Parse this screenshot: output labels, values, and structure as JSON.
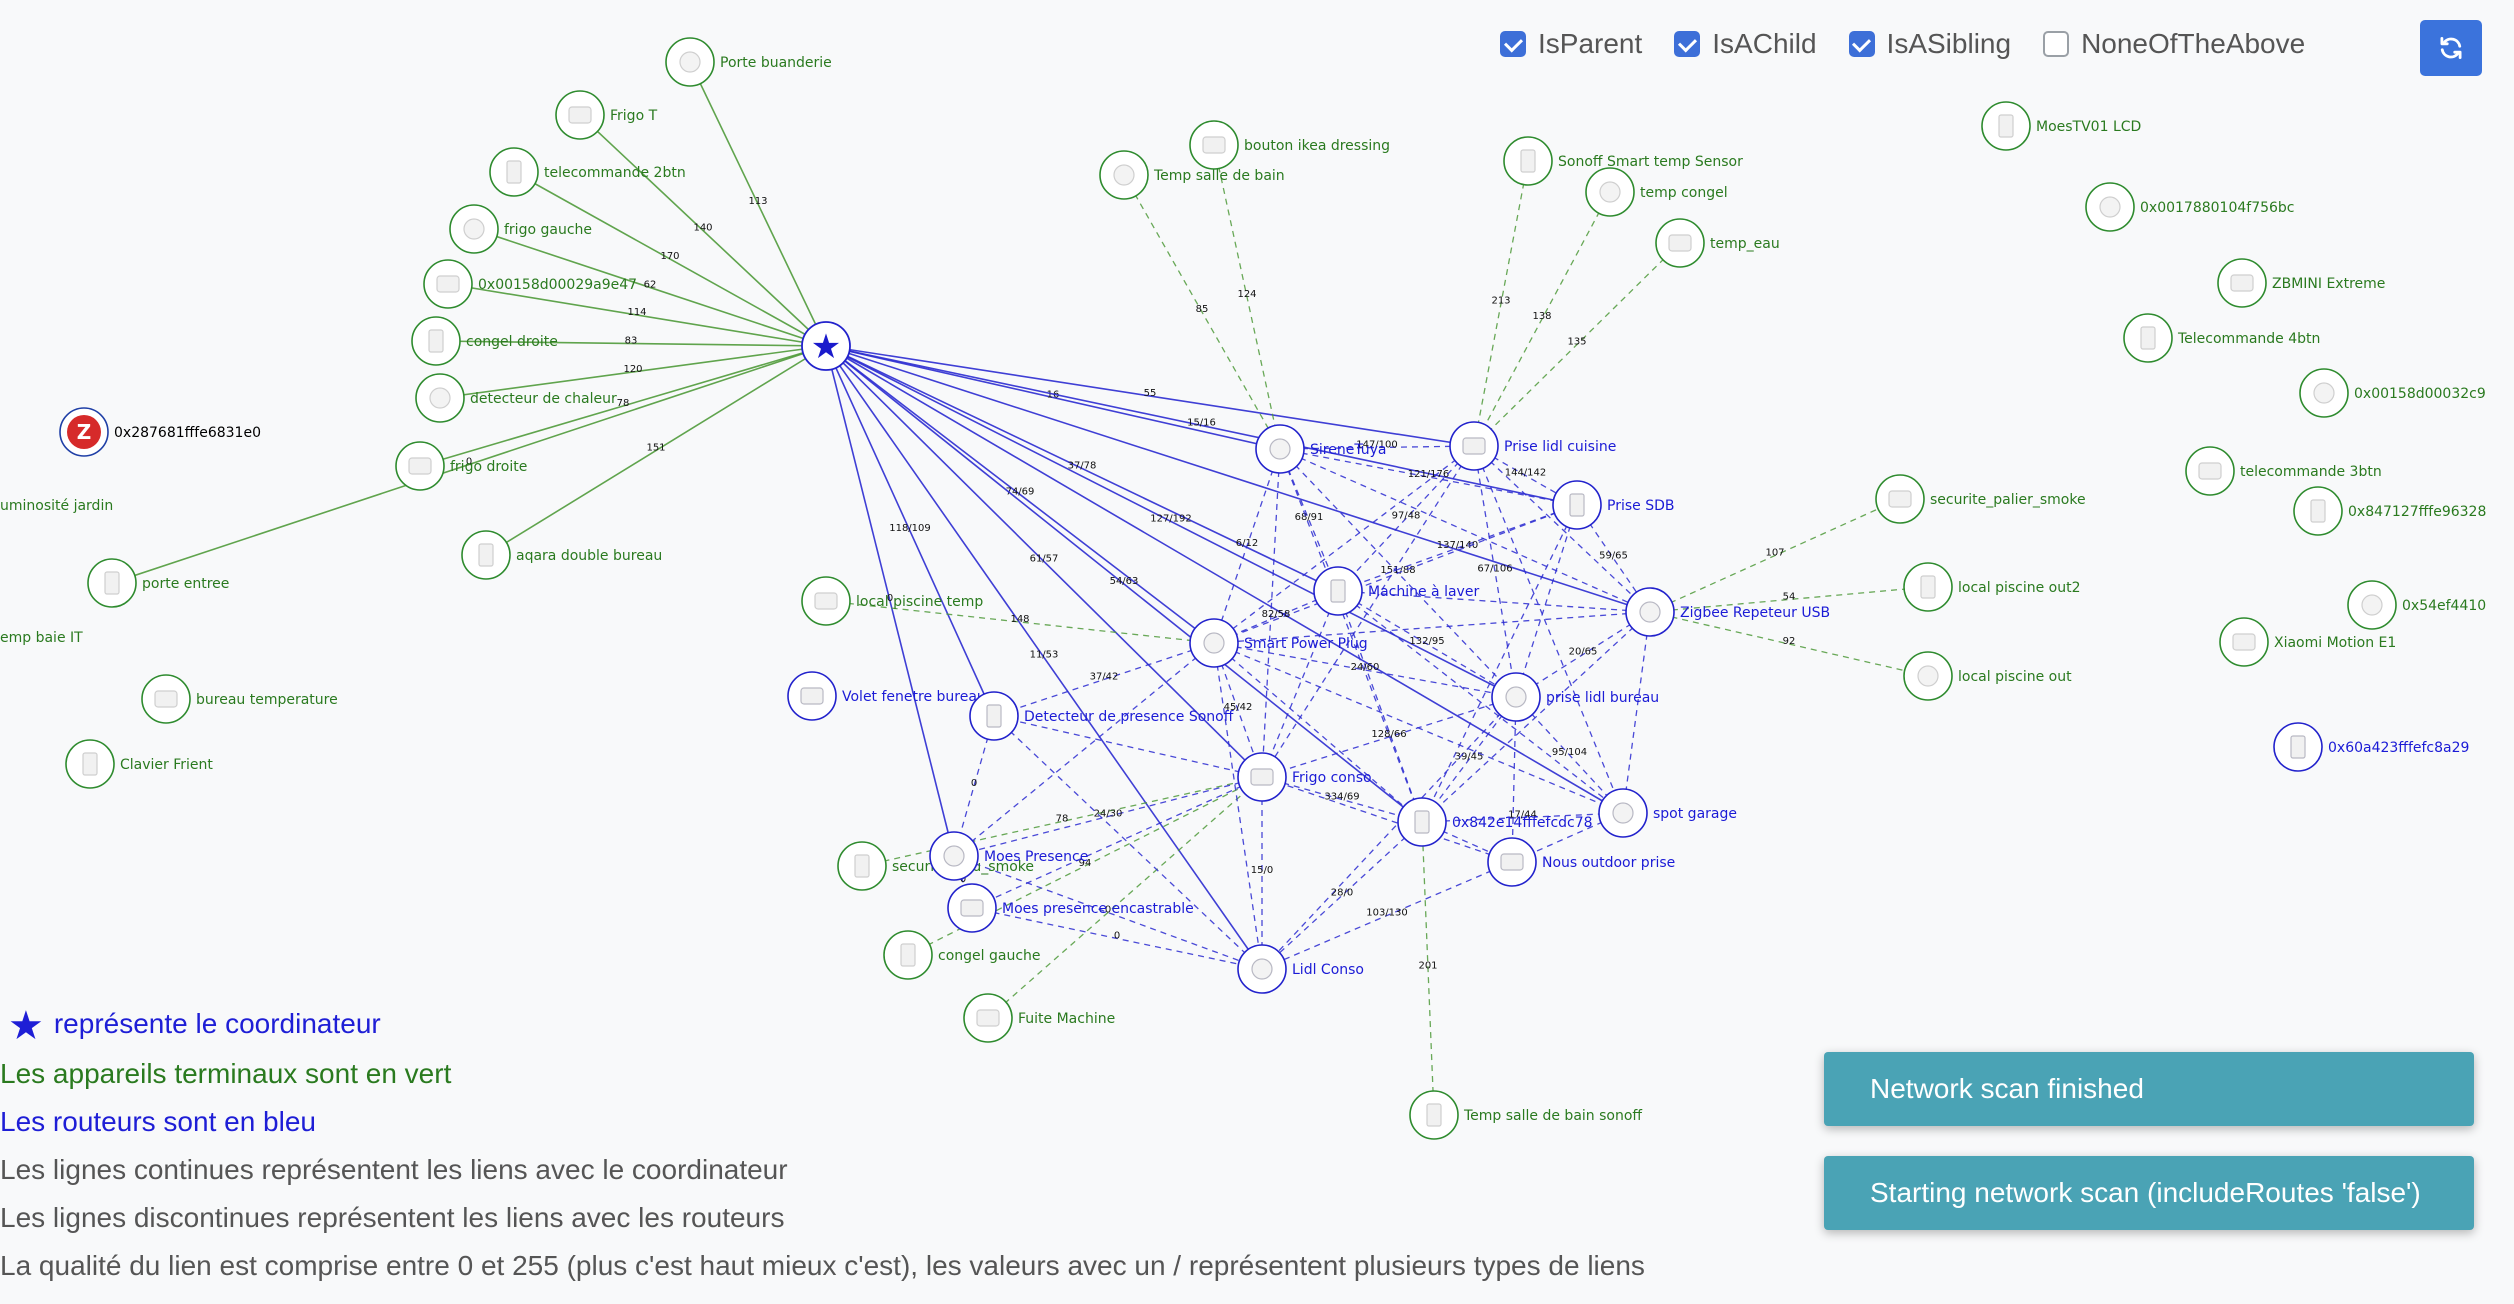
{
  "controls": {
    "checkboxes": [
      {
        "label": "IsParent",
        "checked": true
      },
      {
        "label": "IsAChild",
        "checked": true
      },
      {
        "label": "IsASibling",
        "checked": true
      },
      {
        "label": "NoneOfTheAbove",
        "checked": false
      }
    ],
    "refresh_icon": "refresh-icon"
  },
  "nodes": [
    {
      "id": "coord",
      "label": "",
      "kind": "coordinator",
      "icon": "star-icon"
    },
    {
      "id": "porte_buanderie",
      "label": "Porte buanderie",
      "kind": "end"
    },
    {
      "id": "frigo_t",
      "label": "Frigo T",
      "kind": "end"
    },
    {
      "id": "telecommande_2btn",
      "label": "telecommande 2btn",
      "kind": "end"
    },
    {
      "id": "frigo_gauche",
      "label": "frigo gauche",
      "kind": "end"
    },
    {
      "id": "hex_0158_e47",
      "label": "0x00158d00029a9e47",
      "kind": "end"
    },
    {
      "id": "congel_droite",
      "label": "congel droite",
      "kind": "end"
    },
    {
      "id": "detecteur_chaleur",
      "label": "detecteur de chaleur",
      "kind": "end"
    },
    {
      "id": "frigo_droite",
      "label": "frigo droite",
      "kind": "end"
    },
    {
      "id": "aqara_double",
      "label": "aqara double bureau",
      "kind": "end"
    },
    {
      "id": "hex_2876",
      "label": "0x287681fffe6831e0",
      "kind": "unknown"
    },
    {
      "id": "lum_jardin",
      "label": "uminosité jardin",
      "kind": "end"
    },
    {
      "id": "porte_entree",
      "label": "porte entree",
      "kind": "end"
    },
    {
      "id": "temp_baie",
      "label": "emp baie IT",
      "kind": "end"
    },
    {
      "id": "bureau_temp",
      "label": "bureau temperature",
      "kind": "end"
    },
    {
      "id": "clavier",
      "label": "Clavier Frient",
      "kind": "end"
    },
    {
      "id": "temp_sdb",
      "label": "Temp salle de bain",
      "kind": "end"
    },
    {
      "id": "bouton_ikea",
      "label": "bouton ikea dressing",
      "kind": "end"
    },
    {
      "id": "sonoff_temp",
      "label": "Sonoff Smart temp Sensor",
      "kind": "end"
    },
    {
      "id": "temp_congel",
      "label": "temp congel",
      "kind": "end"
    },
    {
      "id": "temp_eau",
      "label": "temp_eau",
      "kind": "end"
    },
    {
      "id": "moes_tv",
      "label": "MoesTV01 LCD",
      "kind": "end"
    },
    {
      "id": "hex_0017",
      "label": "0x0017880104f756bc",
      "kind": "end"
    },
    {
      "id": "zbmini",
      "label": "ZBMINI Extreme",
      "kind": "end"
    },
    {
      "id": "tele_4btn",
      "label": "Telecommande 4btn",
      "kind": "end"
    },
    {
      "id": "hex_0158_c9",
      "label": "0x00158d00032c9",
      "kind": "end"
    },
    {
      "id": "tele_3btn",
      "label": "telecommande 3btn",
      "kind": "end"
    },
    {
      "id": "hex_8471",
      "label": "0x847127fffe96328",
      "kind": "end"
    },
    {
      "id": "hex_54ef",
      "label": "0x54ef4410",
      "kind": "end"
    },
    {
      "id": "xiaomi_motion",
      "label": "Xiaomi Motion E1",
      "kind": "end"
    },
    {
      "id": "hex_60a4",
      "label": "0x60a423fffefc8a29",
      "kind": "router"
    },
    {
      "id": "sirene",
      "label": "SireneTuya",
      "kind": "router"
    },
    {
      "id": "prise_lidl_cuisine",
      "label": "Prise lidl cuisine",
      "kind": "router"
    },
    {
      "id": "prise_sdb",
      "label": "Prise SDB",
      "kind": "router"
    },
    {
      "id": "zigbee_rep",
      "label": "Zigbee Repeteur USB",
      "kind": "router"
    },
    {
      "id": "securite_palier",
      "label": "securite_palier_smoke",
      "kind": "end"
    },
    {
      "id": "piscine_out2",
      "label": "local piscine out2",
      "kind": "end"
    },
    {
      "id": "piscine_out",
      "label": "local piscine out",
      "kind": "end"
    },
    {
      "id": "piscine_temp",
      "label": "local piscine temp",
      "kind": "end"
    },
    {
      "id": "machine_laver",
      "label": "Machine à laver",
      "kind": "router"
    },
    {
      "id": "smart_plug",
      "label": "Smart Power Plug",
      "kind": "router"
    },
    {
      "id": "volet",
      "label": "Volet fenetre bureau",
      "kind": "router"
    },
    {
      "id": "detecteur_sonoff",
      "label": "Detecteur de presence Sonoff",
      "kind": "router"
    },
    {
      "id": "prise_lidl_bureau",
      "label": "prise lidl bureau",
      "kind": "router"
    },
    {
      "id": "frigo_conso",
      "label": "Frigo conso",
      "kind": "router"
    },
    {
      "id": "hex_842e",
      "label": "0x842e14fffefcdc78",
      "kind": "router"
    },
    {
      "id": "spot_garage",
      "label": "spot garage",
      "kind": "router"
    },
    {
      "id": "nous_outdoor",
      "label": "Nous outdoor prise",
      "kind": "router"
    },
    {
      "id": "securite_eau",
      "label": "securite_eau_smoke",
      "kind": "end"
    },
    {
      "id": "moes_presence",
      "label": "Moes Presence",
      "kind": "router"
    },
    {
      "id": "moes_encastrable",
      "label": "Moes presence encastrable",
      "kind": "router"
    },
    {
      "id": "congel_gauche",
      "label": "congel gauche",
      "kind": "end"
    },
    {
      "id": "lidl_conso",
      "label": "Lidl Conso",
      "kind": "router"
    },
    {
      "id": "fuite_machine",
      "label": "Fuite Machine",
      "kind": "end"
    },
    {
      "id": "temp_sdb_sonoff",
      "label": "Temp salle de bain sonoff",
      "kind": "end"
    }
  ],
  "links": [
    {
      "s": "coord",
      "t": "porte_buanderie",
      "q": "113",
      "style": "solid",
      "color": "green"
    },
    {
      "s": "coord",
      "t": "frigo_t",
      "q": "140",
      "style": "solid",
      "color": "green"
    },
    {
      "s": "coord",
      "t": "telecommande_2btn",
      "q": "170",
      "style": "solid",
      "color": "green"
    },
    {
      "s": "coord",
      "t": "frigo_gauche",
      "q": "62",
      "style": "solid",
      "color": "green"
    },
    {
      "s": "coord",
      "t": "hex_0158_e47",
      "q": "114",
      "style": "solid",
      "color": "green"
    },
    {
      "s": "coord",
      "t": "congel_droite",
      "q": "83",
      "style": "solid",
      "color": "green"
    },
    {
      "s": "coord",
      "t": "detecteur_chaleur",
      "q": "120",
      "style": "solid",
      "color": "green"
    },
    {
      "s": "coord",
      "t": "frigo_droite",
      "q": "78",
      "style": "solid",
      "color": "green"
    },
    {
      "s": "coord",
      "t": "aqara_double",
      "q": "151",
      "style": "solid",
      "color": "green"
    },
    {
      "s": "coord",
      "t": "porte_entree",
      "q": "0",
      "style": "solid",
      "color": "green"
    },
    {
      "s": "coord",
      "t": "sirene",
      "q": "16",
      "style": "solid",
      "color": "blue"
    },
    {
      "s": "coord",
      "t": "prise_lidl_cuisine",
      "q": "55",
      "style": "solid",
      "color": "blue"
    },
    {
      "s": "coord",
      "t": "prise_sdb",
      "q": "15/16",
      "style": "solid",
      "color": "blue"
    },
    {
      "s": "coord",
      "t": "machine_laver",
      "q": "37/78",
      "style": "solid",
      "color": "blue"
    },
    {
      "s": "coord",
      "t": "zigbee_rep",
      "q": "",
      "style": "solid",
      "color": "blue"
    },
    {
      "s": "coord",
      "t": "smart_plug",
      "q": "74/69",
      "style": "solid",
      "color": "blue"
    },
    {
      "s": "coord",
      "t": "prise_lidl_bureau",
      "q": "127/192",
      "style": "solid",
      "color": "blue"
    },
    {
      "s": "coord",
      "t": "frigo_conso",
      "q": "61/57",
      "style": "solid",
      "color": "blue"
    },
    {
      "s": "coord",
      "t": "hex_842e",
      "q": "54/63",
      "style": "solid",
      "color": "blue"
    },
    {
      "s": "coord",
      "t": "detecteur_sonoff",
      "q": "118/109",
      "style": "solid",
      "color": "blue"
    },
    {
      "s": "coord",
      "t": "lidl_conso",
      "q": "11/53",
      "style": "solid",
      "color": "blue"
    },
    {
      "s": "coord",
      "t": "moes_presence",
      "q": "0",
      "style": "solid",
      "color": "blue"
    },
    {
      "s": "coord",
      "t": "spot_garage",
      "q": "",
      "style": "solid",
      "color": "blue"
    },
    {
      "s": "temp_sdb",
      "t": "sirene",
      "q": "85",
      "style": "dashed",
      "color": "green"
    },
    {
      "s": "bouton_ikea",
      "t": "sirene",
      "q": "124",
      "style": "dashed",
      "color": "green"
    },
    {
      "s": "sonoff_temp",
      "t": "prise_lidl_cuisine",
      "q": "213",
      "style": "dashed",
      "color": "green"
    },
    {
      "s": "temp_congel",
      "t": "prise_lidl_cuisine",
      "q": "138",
      "style": "dashed",
      "color": "green"
    },
    {
      "s": "temp_eau",
      "t": "prise_lidl_cuisine",
      "q": "135",
      "style": "dashed",
      "color": "green"
    },
    {
      "s": "zigbee_rep",
      "t": "securite_palier",
      "q": "107",
      "style": "dashed",
      "color": "green"
    },
    {
      "s": "zigbee_rep",
      "t": "piscine_out2",
      "q": "54",
      "style": "dashed",
      "color": "green"
    },
    {
      "s": "zigbee_rep",
      "t": "piscine_out",
      "q": "92",
      "style": "dashed",
      "color": "green"
    },
    {
      "s": "piscine_temp",
      "t": "smart_plug",
      "q": "148",
      "style": "dashed",
      "color": "green"
    },
    {
      "s": "securite_eau",
      "t": "frigo_conso",
      "q": "78",
      "style": "dashed",
      "color": "green"
    },
    {
      "s": "congel_gauche",
      "t": "frigo_conso",
      "q": "94",
      "style": "dashed",
      "color": "green"
    },
    {
      "s": "fuite_machine",
      "t": "frigo_conso",
      "q": "",
      "style": "dashed",
      "color": "green"
    },
    {
      "s": "temp_sdb_sonoff",
      "t": "hex_842e",
      "q": "201",
      "style": "dashed",
      "color": "green"
    },
    {
      "s": "sirene",
      "t": "prise_lidl_cuisine",
      "q": "147/100",
      "style": "dashed",
      "color": "blue"
    },
    {
      "s": "sirene",
      "t": "machine_laver",
      "q": "68/91",
      "style": "dashed",
      "color": "blue"
    },
    {
      "s": "sirene",
      "t": "smart_plug",
      "q": "6/12",
      "style": "dashed",
      "color": "blue"
    },
    {
      "s": "sirene",
      "t": "prise_sdb",
      "q": "121/176",
      "style": "dashed",
      "color": "blue"
    },
    {
      "s": "sirene",
      "t": "zigbee_rep",
      "q": "",
      "style": "dashed",
      "color": "blue"
    },
    {
      "s": "sirene",
      "t": "prise_lidl_bureau",
      "q": "151/88",
      "style": "dashed",
      "color": "blue"
    },
    {
      "s": "sirene",
      "t": "frigo_conso",
      "q": "",
      "style": "dashed",
      "color": "blue"
    },
    {
      "s": "sirene",
      "t": "hex_842e",
      "q": "",
      "style": "dashed",
      "color": "blue"
    },
    {
      "s": "prise_lidl_cuisine",
      "t": "prise_sdb",
      "q": "144/142",
      "style": "dashed",
      "color": "blue"
    },
    {
      "s": "prise_lidl_cuisine",
      "t": "machine_laver",
      "q": "97/48",
      "style": "dashed",
      "color": "blue"
    },
    {
      "s": "prise_lidl_cuisine",
      "t": "zigbee_rep",
      "q": "",
      "style": "dashed",
      "color": "blue"
    },
    {
      "s": "prise_lidl_cuisine",
      "t": "prise_lidl_bureau",
      "q": "67/106",
      "style": "dashed",
      "color": "blue"
    },
    {
      "s": "prise_lidl_cuisine",
      "t": "smart_plug",
      "q": "",
      "style": "dashed",
      "color": "blue"
    },
    {
      "s": "prise_lidl_cuisine",
      "t": "spot_garage",
      "q": "",
      "style": "dashed",
      "color": "blue"
    },
    {
      "s": "prise_sdb",
      "t": "zigbee_rep",
      "q": "59/65",
      "style": "dashed",
      "color": "blue"
    },
    {
      "s": "prise_sdb",
      "t": "machine_laver",
      "q": "137/140",
      "style": "dashed",
      "color": "blue"
    },
    {
      "s": "prise_sdb",
      "t": "prise_lidl_bureau",
      "q": "",
      "style": "dashed",
      "color": "blue"
    },
    {
      "s": "prise_sdb",
      "t": "hex_842e",
      "q": "",
      "style": "dashed",
      "color": "blue"
    },
    {
      "s": "prise_sdb",
      "t": "smart_plug",
      "q": "",
      "style": "dashed",
      "color": "blue"
    },
    {
      "s": "zigbee_rep",
      "t": "machine_laver",
      "q": "",
      "style": "dashed",
      "color": "blue"
    },
    {
      "s": "zigbee_rep",
      "t": "prise_lidl_bureau",
      "q": "20/65",
      "style": "dashed",
      "color": "blue"
    },
    {
      "s": "zigbee_rep",
      "t": "spot_garage",
      "q": "",
      "style": "dashed",
      "color": "blue"
    },
    {
      "s": "zigbee_rep",
      "t": "hex_842e",
      "q": "",
      "style": "dashed",
      "color": "blue"
    },
    {
      "s": "zigbee_rep",
      "t": "smart_plug",
      "q": "",
      "style": "dashed",
      "color": "blue"
    },
    {
      "s": "machine_laver",
      "t": "smart_plug",
      "q": "82/58",
      "style": "dashed",
      "color": "blue"
    },
    {
      "s": "machine_laver",
      "t": "prise_lidl_bureau",
      "q": "132/95",
      "style": "dashed",
      "color": "blue"
    },
    {
      "s": "machine_laver",
      "t": "frigo_conso",
      "q": "",
      "style": "dashed",
      "color": "blue"
    },
    {
      "s": "machine_laver",
      "t": "hex_842e",
      "q": "",
      "style": "dashed",
      "color": "blue"
    },
    {
      "s": "smart_plug",
      "t": "prise_lidl_bureau",
      "q": "24/60",
      "style": "dashed",
      "color": "blue"
    },
    {
      "s": "smart_plug",
      "t": "detecteur_sonoff",
      "q": "37/42",
      "style": "dashed",
      "color": "blue"
    },
    {
      "s": "smart_plug",
      "t": "frigo_conso",
      "q": "45/42",
      "style": "dashed",
      "color": "blue"
    },
    {
      "s": "smart_plug",
      "t": "hex_842e",
      "q": "",
      "style": "dashed",
      "color": "blue"
    },
    {
      "s": "smart_plug",
      "t": "lidl_conso",
      "q": "",
      "style": "dashed",
      "color": "blue"
    },
    {
      "s": "smart_plug",
      "t": "moes_presence",
      "q": "",
      "style": "dashed",
      "color": "blue"
    },
    {
      "s": "prise_lidl_bureau",
      "t": "spot_garage",
      "q": "95/104",
      "style": "dashed",
      "color": "blue"
    },
    {
      "s": "prise_lidl_bureau",
      "t": "hex_842e",
      "q": "39/45",
      "style": "dashed",
      "color": "blue"
    },
    {
      "s": "prise_lidl_bureau",
      "t": "frigo_conso",
      "q": "128/66",
      "style": "dashed",
      "color": "blue"
    },
    {
      "s": "prise_lidl_bureau",
      "t": "nous_outdoor",
      "q": "",
      "style": "dashed",
      "color": "blue"
    },
    {
      "s": "prise_lidl_bureau",
      "t": "lidl_conso",
      "q": "",
      "style": "dashed",
      "color": "blue"
    },
    {
      "s": "frigo_conso",
      "t": "hex_842e",
      "q": "334/69",
      "style": "dashed",
      "color": "blue"
    },
    {
      "s": "frigo_conso",
      "t": "detecteur_sonoff",
      "q": "",
      "style": "dashed",
      "color": "blue"
    },
    {
      "s": "frigo_conso",
      "t": "moes_presence",
      "q": "24/30",
      "style": "dashed",
      "color": "blue"
    },
    {
      "s": "frigo_conso",
      "t": "moes_encastrable",
      "q": "",
      "style": "dashed",
      "color": "blue"
    },
    {
      "s": "frigo_conso",
      "t": "lidl_conso",
      "q": "15/0",
      "style": "dashed",
      "color": "blue"
    },
    {
      "s": "hex_842e",
      "t": "spot_garage",
      "q": "17/44",
      "style": "dashed",
      "color": "blue"
    },
    {
      "s": "hex_842e",
      "t": "nous_outdoor",
      "q": "",
      "style": "dashed",
      "color": "blue"
    },
    {
      "s": "hex_842e",
      "t": "lidl_conso",
      "q": "28/0",
      "style": "dashed",
      "color": "blue"
    },
    {
      "s": "spot_garage",
      "t": "nous_outdoor",
      "q": "",
      "style": "dashed",
      "color": "blue"
    },
    {
      "s": "nous_outdoor",
      "t": "lidl_conso",
      "q": "103/130",
      "style": "dashed",
      "color": "blue"
    },
    {
      "s": "detecteur_sonoff",
      "t": "moes_presence",
      "q": "0",
      "style": "dashed",
      "color": "blue"
    },
    {
      "s": "detecteur_sonoff",
      "t": "lidl_conso",
      "q": "",
      "style": "dashed",
      "color": "blue"
    },
    {
      "s": "moes_presence",
      "t": "moes_encastrable",
      "q": "0",
      "style": "dashed",
      "color": "blue"
    },
    {
      "s": "moes_presence",
      "t": "lidl_conso",
      "q": "0",
      "style": "dashed",
      "color": "blue"
    },
    {
      "s": "moes_encastrable",
      "t": "lidl_conso",
      "q": "0",
      "style": "dashed",
      "color": "blue"
    },
    {
      "s": "smart_plug",
      "t": "spot_garage",
      "q": "",
      "style": "dashed",
      "color": "blue"
    },
    {
      "s": "machine_laver",
      "t": "spot_garage",
      "q": "",
      "style": "dashed",
      "color": "blue"
    },
    {
      "s": "prise_lidl_cuisine",
      "t": "frigo_conso",
      "q": "",
      "style": "dashed",
      "color": "blue"
    },
    {
      "s": "nous_outdoor",
      "t": "frigo_conso",
      "q": "",
      "style": "dashed",
      "color": "blue"
    }
  ],
  "legend": {
    "coordinator": "représente le coordinateur",
    "green": "Les appareils terminaux sont en vert",
    "blue": "Les routeurs sont en bleu",
    "solid": "Les lignes continues représentent les liens avec le coordinateur",
    "dashed": "Les lignes discontinues représentent les liens avec les routeurs",
    "quality": "La qualité du lien est comprise entre 0 et 255 (plus c'est haut mieux c'est), les valeurs avec un / représentent plusieurs types de liens"
  },
  "toasts": [
    {
      "text": "Network scan finished"
    },
    {
      "text": "Starting network scan (includeRoutes 'false')"
    }
  ],
  "colors": {
    "end": "#2e8b2e",
    "router": "#2222cc",
    "green_link": "#4f9a3a",
    "blue_link": "#2a2ad0",
    "checkbox": "#3d6fd8",
    "refresh": "#3b73dc",
    "toast": "#4aa3b5"
  }
}
